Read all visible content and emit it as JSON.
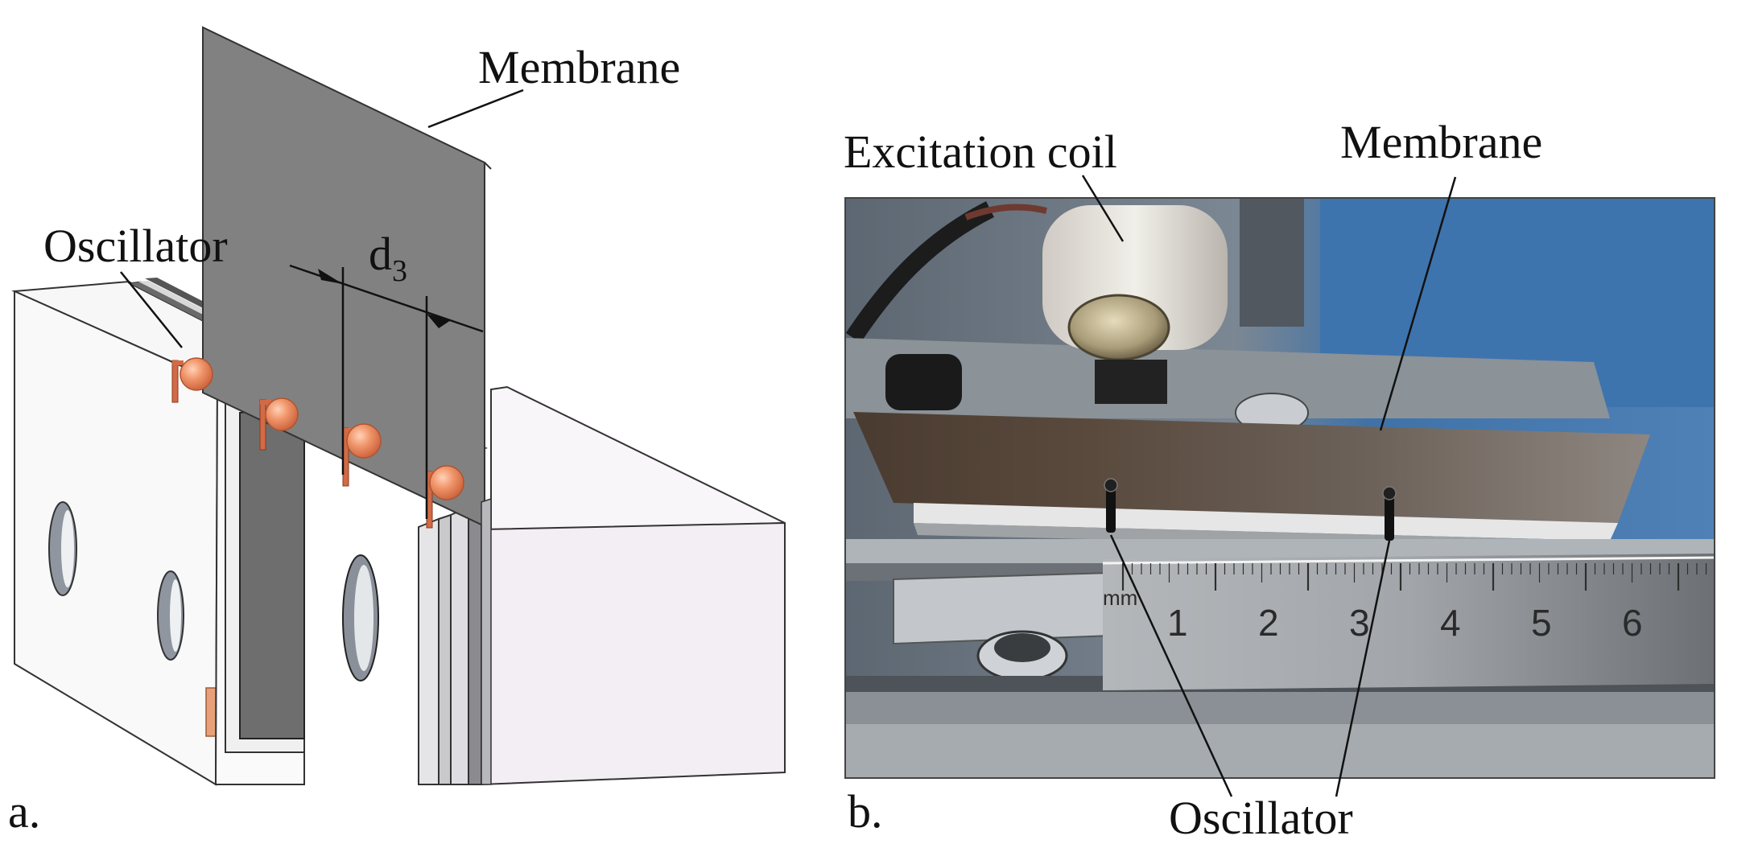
{
  "panel_a": {
    "label": "a.",
    "membrane_label": "Membrane",
    "oscillator_label": "Oscillator",
    "distance_label": "d",
    "distance_subscript": "3"
  },
  "panel_b": {
    "label": "b.",
    "coil_label": "Excitation coil",
    "membrane_label": "Membrane",
    "oscillator_label": "Oscillator",
    "ruler": {
      "unit": "mm",
      "numbers": [
        "1",
        "2",
        "3",
        "4",
        "5",
        "6"
      ]
    }
  }
}
